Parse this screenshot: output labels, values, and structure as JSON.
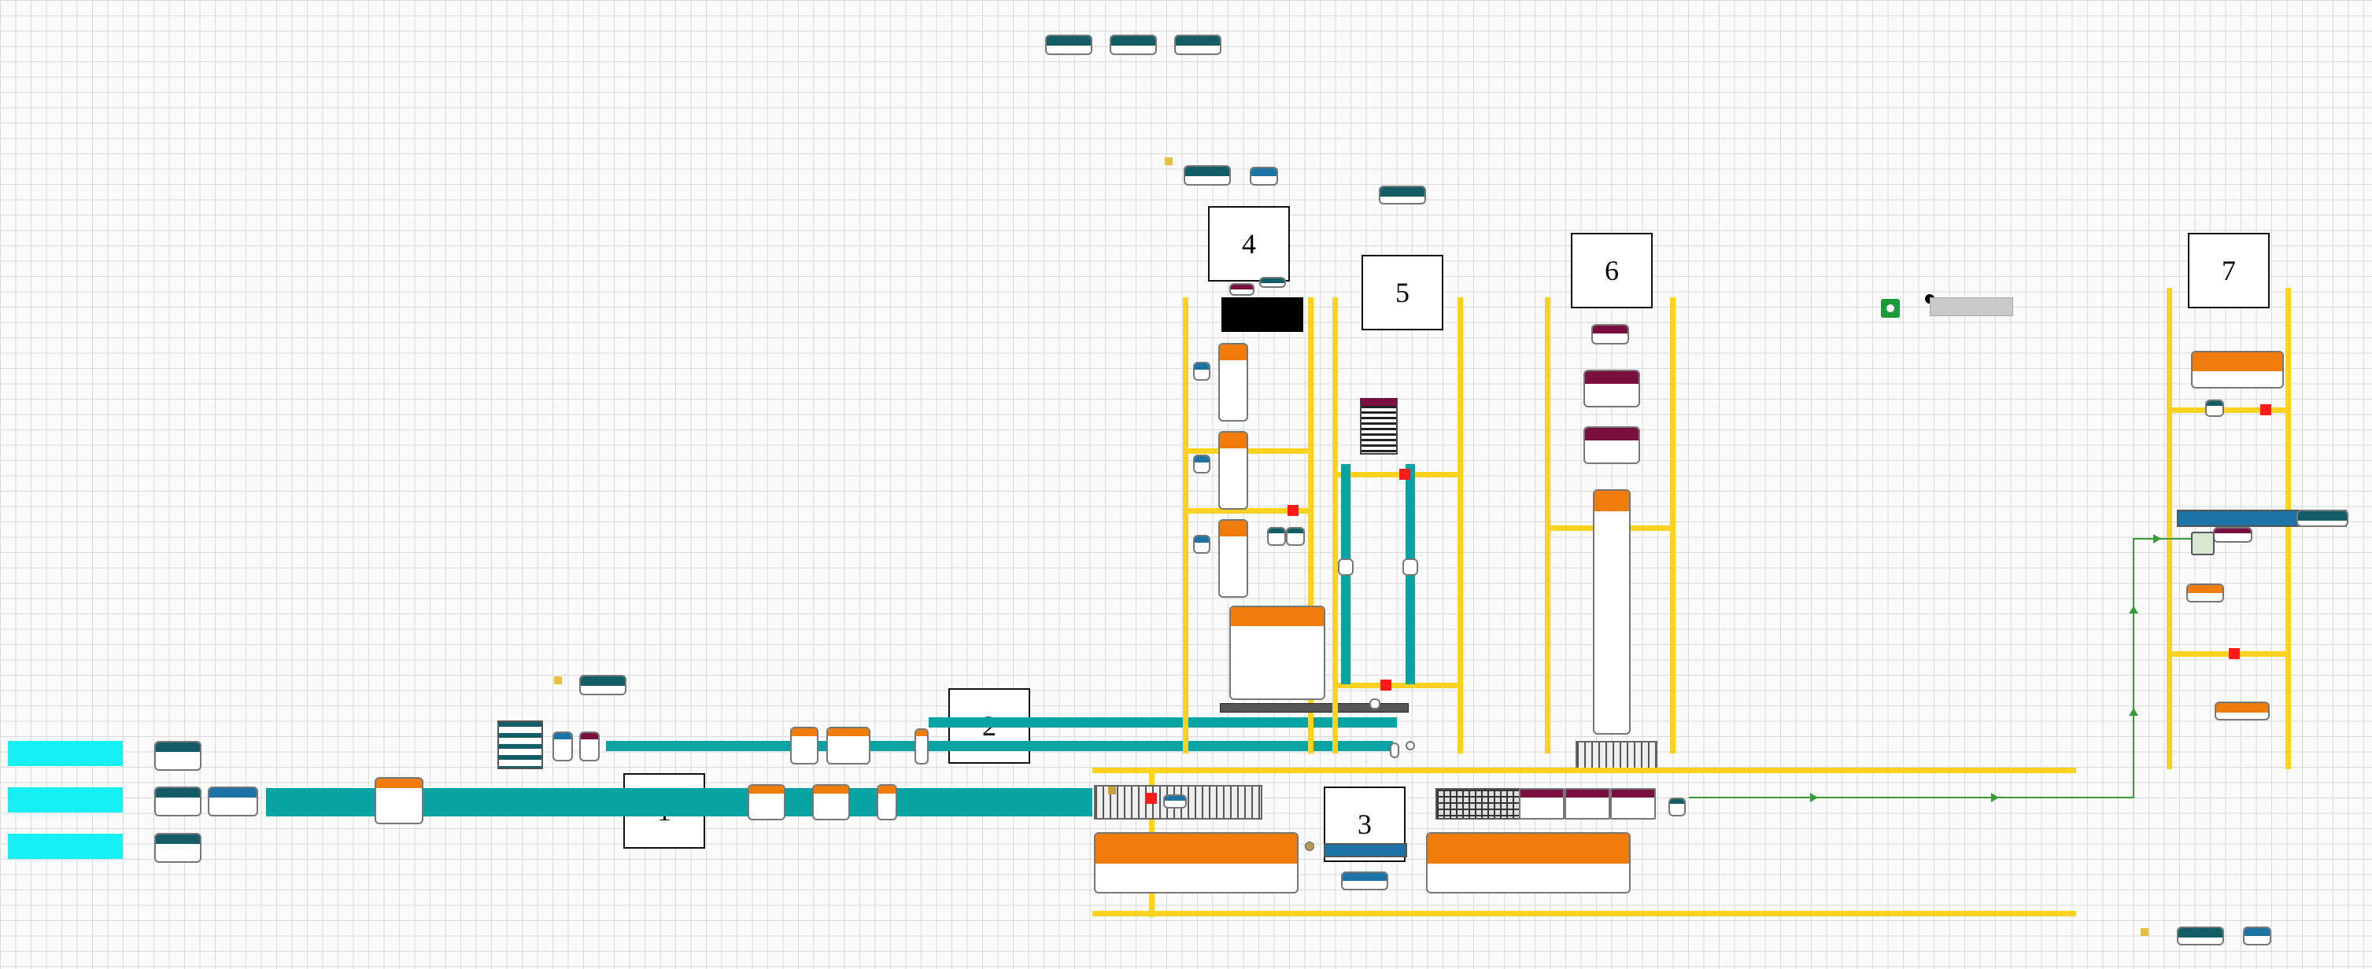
{
  "diagram": {
    "section_labels": [
      "1",
      "2",
      "3",
      "4",
      "5",
      "6",
      "7"
    ]
  },
  "colors": {
    "rail_yellow": "#ffd21f",
    "conveyor_teal": "#08a3a3",
    "source_cyan": "#14f0f4",
    "header_dark_teal": "#125d66",
    "header_blue": "#1c73a6",
    "header_orange": "#f07c0c",
    "header_maroon": "#7a1040",
    "sensor_red": "#ff1a1a",
    "connector_green": "#3a9a3a"
  }
}
